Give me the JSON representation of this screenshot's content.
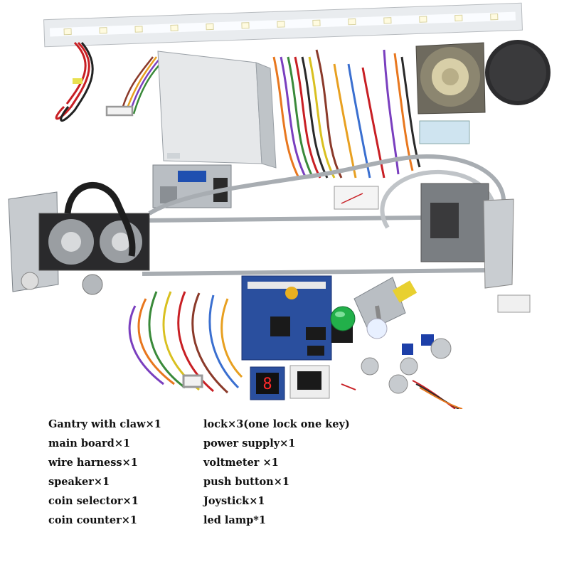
{
  "parts_list": {
    "left": [
      "Gantry with claw×1",
      "main board×1",
      "wire harness×1",
      "speaker×1",
      "coin selector×1",
      "coin counter×1"
    ],
    "right": [
      "lock×3(one lock one key)",
      "power supply×1",
      "voltmeter ×1",
      "push button×1",
      "Joystick×1",
      "led lamp*1"
    ]
  },
  "colors": {
    "background": "#ffffff",
    "text": "#111111",
    "board_blue": "#2a4f9e",
    "button_green": "#22b04a",
    "key_blue": "#1d3fa8",
    "display_red": "#ff2a2a"
  }
}
